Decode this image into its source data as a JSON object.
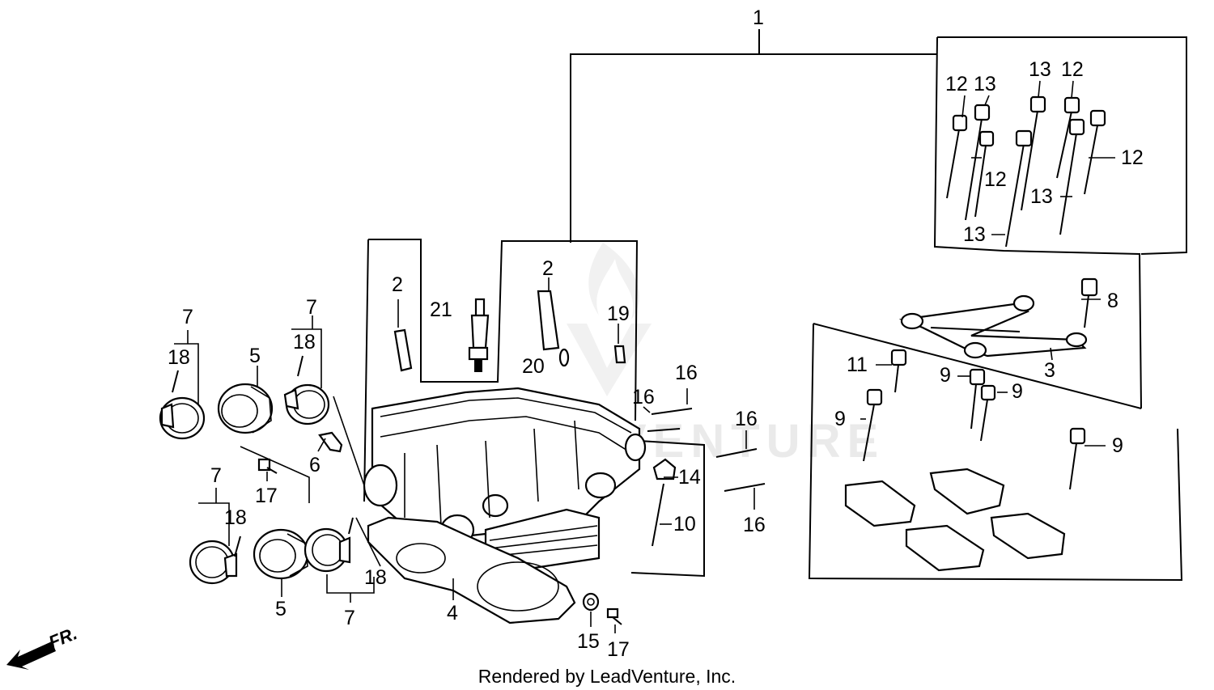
{
  "callouts": {
    "c1": "1",
    "c2a": "2",
    "c2b": "2",
    "c3": "3",
    "c4": "4",
    "c5a": "5",
    "c5b": "5",
    "c6": "6",
    "c7a": "7",
    "c7b": "7",
    "c7c": "7",
    "c7d": "7",
    "c8": "8",
    "c9a": "9",
    "c9b": "9",
    "c9c": "9",
    "c9d": "9",
    "c10": "10",
    "c11": "11",
    "c12a": "12",
    "c12b": "12",
    "c12c": "12",
    "c12d": "12",
    "c13a": "13",
    "c13b": "13",
    "c13c": "13",
    "c13d": "13",
    "c14": "14",
    "c15": "15",
    "c16a": "16",
    "c16b": "16",
    "c16c": "16",
    "c16d": "16",
    "c17a": "17",
    "c17b": "17",
    "c18a": "18",
    "c18b": "18",
    "c18c": "18",
    "c18d": "18",
    "c19": "19",
    "c20": "20",
    "c21": "21"
  },
  "front_indicator": "FR.",
  "credit": "Rendered by LeadVenture, Inc.",
  "watermark": "VENTURE"
}
